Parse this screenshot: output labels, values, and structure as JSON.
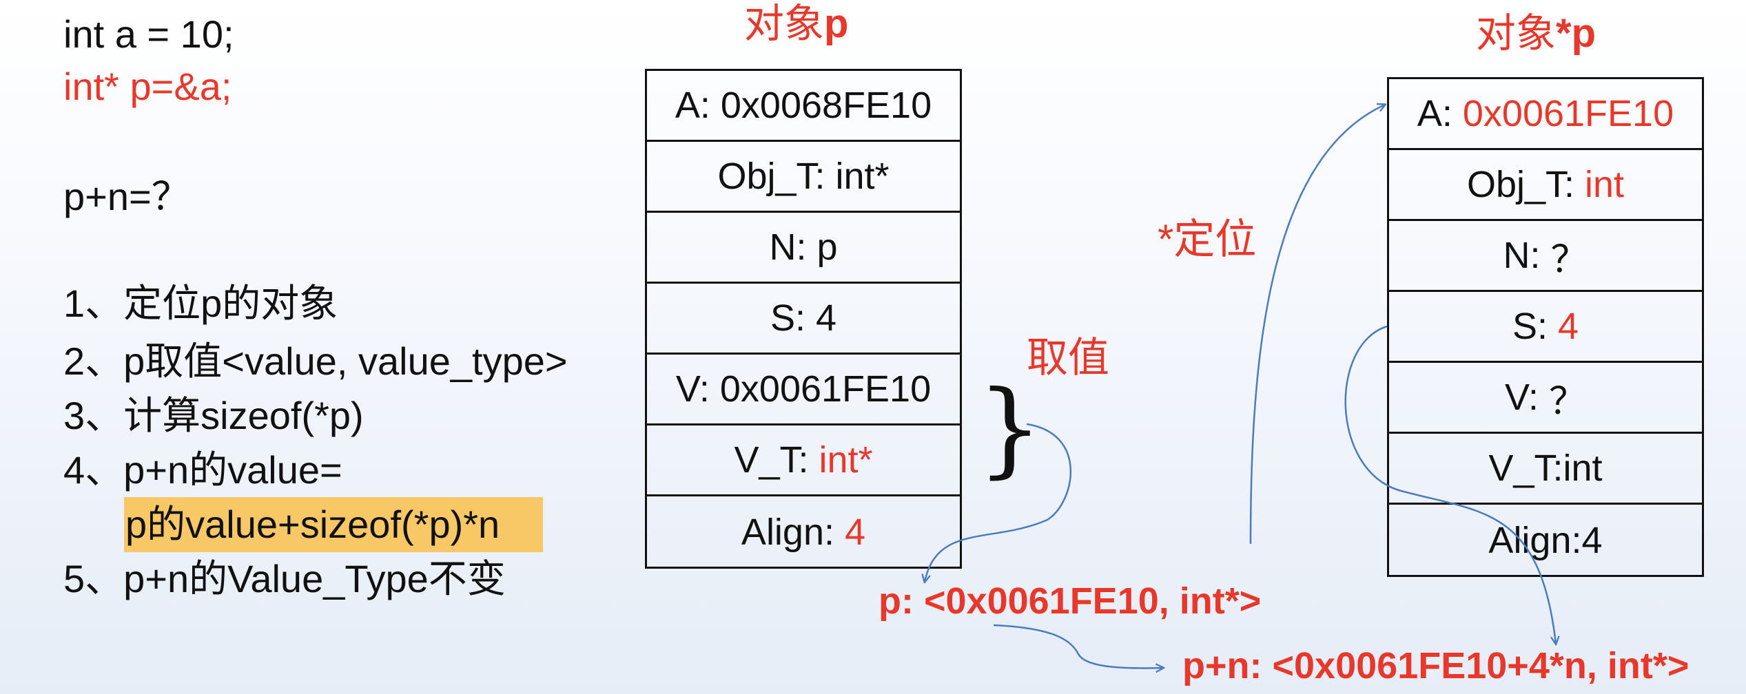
{
  "code": {
    "line1": "int a = 10;",
    "line2": "int* p=&a;",
    "line3": "p+n=？"
  },
  "steps": [
    "1、定位p的对象",
    "2、p取值<value, value_type>",
    "3、计算sizeof(*p)",
    "4、p+n的value=",
    "p的value+sizeof(*p)*n",
    "5、p+n的Value_Type不变"
  ],
  "colors": {
    "accent": "#e8372b",
    "highlight": "#f8c766",
    "arrow": "#4a7bbf"
  },
  "object_p": {
    "title_prefix": "对象",
    "title_name": "p",
    "rows": [
      {
        "label": "A: ",
        "value": "0x0068FE10",
        "value_red": false
      },
      {
        "label": "Obj_T: ",
        "value": "int*",
        "value_red": false
      },
      {
        "label": "N: ",
        "value": "p",
        "value_red": false
      },
      {
        "label": "S: ",
        "value": "4",
        "value_red": false
      },
      {
        "label": "V: ",
        "value": "0x0061FE10",
        "value_red": false
      },
      {
        "label": "V_T: ",
        "value": "int*",
        "value_red": true
      },
      {
        "label": "Align: ",
        "value": "4",
        "value_red": true
      }
    ]
  },
  "object_star_p": {
    "title_prefix": "对象",
    "title_name": "*p",
    "rows": [
      {
        "label": "A: ",
        "value": "0x0061FE10",
        "value_red": true
      },
      {
        "label": "Obj_T: ",
        "value": "int",
        "value_red": true
      },
      {
        "label": "N: ",
        "value": "？",
        "value_red": false
      },
      {
        "label": "S: ",
        "value": "4",
        "value_red": true
      },
      {
        "label": "V: ",
        "value": "？",
        "value_red": false
      },
      {
        "label": "V_T:",
        "value": "int",
        "value_red": false
      },
      {
        "label": "Align:",
        "value": "4",
        "value_red": false
      }
    ]
  },
  "annotations": {
    "deref_label": "*定位",
    "fetch_label": "取值",
    "brace": "}",
    "p_value": "p: <0x0061FE10, int*>",
    "pn_value": "p+n: <0x0061FE10+4*n, int*>"
  }
}
